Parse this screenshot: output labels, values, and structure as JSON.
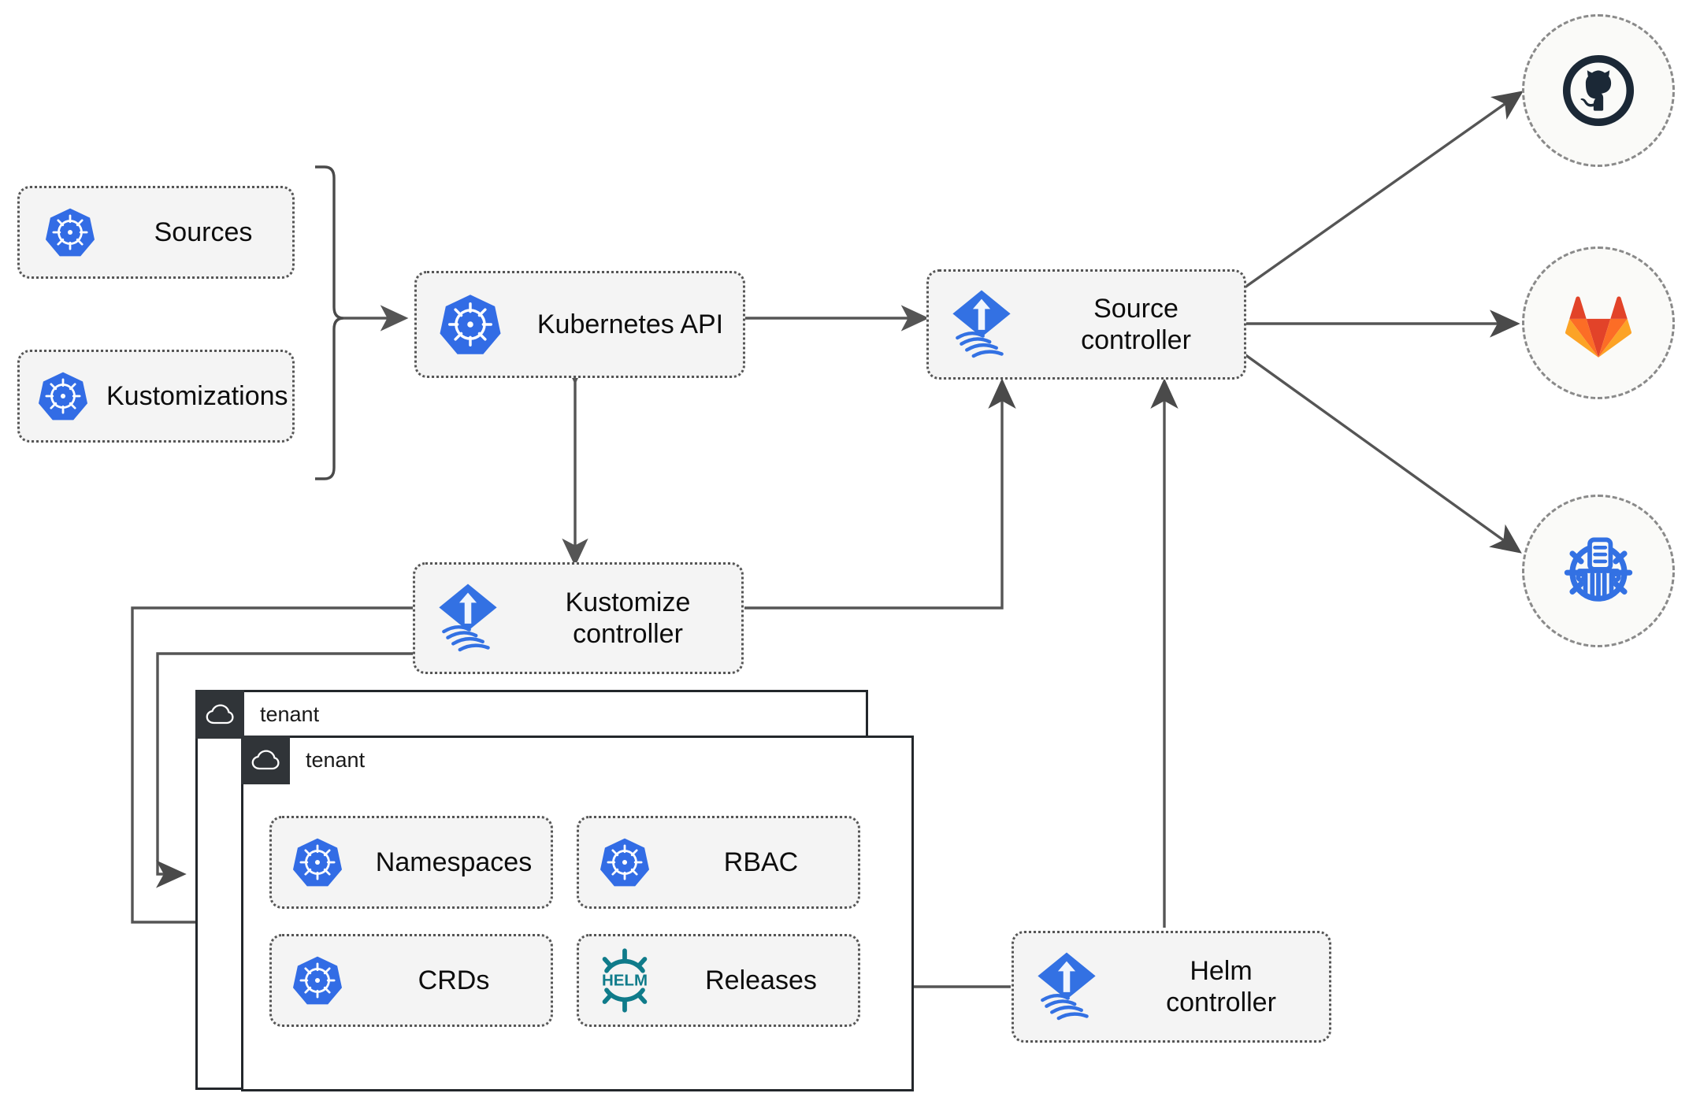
{
  "diagram": {
    "title": "Flux GitOps multi-tenancy architecture",
    "colors": {
      "kubernetes_blue": "#326CE5",
      "flux_blue": "#3371E3",
      "helm_teal": "#0F7B8A",
      "github_dark": "#1B2836",
      "gitlab_orange": "#E24329",
      "gitlab_amber": "#FCA326",
      "edge_gray": "#555555",
      "node_fill": "#F4F4F4",
      "tenant_header": "#303438"
    }
  },
  "nodes": {
    "sources": {
      "label": "Sources",
      "icon": "kubernetes-icon"
    },
    "kustomizations": {
      "label": "Kustomizations",
      "icon": "kubernetes-icon"
    },
    "kubernetes_api": {
      "label": "Kubernetes API",
      "icon": "kubernetes-icon"
    },
    "source_ctrl": {
      "label": "Source\ncontroller",
      "icon": "flux-icon"
    },
    "kustomize_ctrl": {
      "label": "Kustomize\ncontroller",
      "icon": "flux-icon"
    },
    "helm_ctrl": {
      "label": "Helm\ncontroller",
      "icon": "flux-icon"
    },
    "namespaces": {
      "label": "Namespaces",
      "icon": "kubernetes-icon"
    },
    "rbac": {
      "label": "RBAC",
      "icon": "kubernetes-icon"
    },
    "crds": {
      "label": "CRDs",
      "icon": "kubernetes-icon"
    },
    "releases": {
      "label": "Releases",
      "icon": "helm-icon"
    }
  },
  "providers": [
    {
      "name": "github",
      "icon": "github-icon"
    },
    {
      "name": "gitlab",
      "icon": "gitlab-icon"
    },
    {
      "name": "helm-repo",
      "icon": "helm-repository-icon"
    }
  ],
  "tenants": [
    {
      "label": "tenant",
      "icon": "cloud-icon"
    },
    {
      "label": "tenant",
      "icon": "cloud-icon"
    }
  ]
}
